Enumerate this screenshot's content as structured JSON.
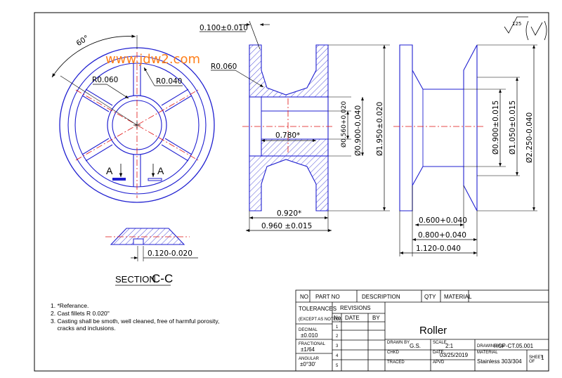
{
  "watermark": "www.jdw2.com",
  "colors": {
    "part": "#1f1fd0",
    "center": "#e01010",
    "dim": "#000000",
    "watermark": "#ff7f1a",
    "label": "#1f1fd0"
  },
  "front_view": {
    "angle": "60°",
    "r1": "R0.060",
    "r2": "R0.040",
    "section_a_left": "A",
    "section_a_right": "A"
  },
  "section_view": {
    "top_tol": "0.100±0.010",
    "radius": "R0.060",
    "bore_len": "0.780*",
    "hub_len": "0.920*",
    "overall_len": "0.960 ±0.015",
    "d_bore": "Ø0.560+0.020",
    "d_hub": "Ø0.900-0.040",
    "d_outer": "Ø1.950±0.020"
  },
  "side_view": {
    "d1": "Ø0.900±0.015",
    "d2": "Ø1.050±0.015",
    "d3": "Ø2.250-0.040",
    "w1": "0.600+0.040",
    "w2": "0.800+0.040",
    "w3": "1.120-0.040",
    "surface_finish": "125"
  },
  "section_cc": {
    "title_a": "SECTION",
    "title_b": "C-C",
    "dim": "0.120-0.020"
  },
  "notes": [
    "1. *Referance.",
    "2. Cast fillets R 0.020\"",
    "3. Casting shall be smoth, well cleaned, free of harmful porosity,",
    "    cracks and inclusions."
  ],
  "title_block": {
    "header": {
      "no": "NO",
      "part_no": "PART NO",
      "description": "DESCRIPTION",
      "qty": "QTY",
      "material": "MATERIAL"
    },
    "tolerances": "TOLERANCES",
    "except_notes": "(EXCEPT AS NOTED)",
    "revisions": "REVISIONS",
    "rev_cols": {
      "no": "No.",
      "date": "DATE",
      "by": "BY"
    },
    "rev_numbers": [
      "1",
      "2",
      "3",
      "4",
      "5"
    ],
    "decimal_label": "DECIMAL",
    "decimal_value": "±0.010",
    "fractional_label": "FRACTIONAL",
    "fractional_value": "±1/64",
    "angular_label": "ANGULAR",
    "angular_value": "±0°30'",
    "part_title": "Roller",
    "drawn_by_label": "DRAWN BY",
    "drawn_by": "G.S.",
    "chkd_label": "CHKD",
    "traced_label": "TRACED",
    "scale_label": "SCALE",
    "scale": "2:1",
    "date_label": "DATE",
    "date": "03/25/2019",
    "apvd_label": "APVD",
    "drawing_no_label": "DRAWING No.",
    "drawing_no": "HCP-CT.05.001",
    "material_label": "MATERIAL",
    "material": "Stainless 303/304",
    "sheet_label": "SHEET",
    "sheet_of": "OF",
    "sheet": "1"
  }
}
